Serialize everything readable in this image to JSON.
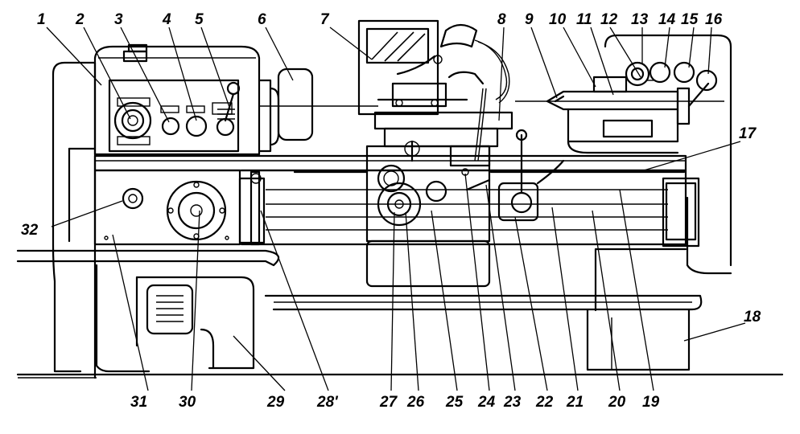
{
  "callouts": [
    {
      "id": "1",
      "label": "1"
    },
    {
      "id": "2",
      "label": "2"
    },
    {
      "id": "3",
      "label": "3"
    },
    {
      "id": "4",
      "label": "4"
    },
    {
      "id": "5",
      "label": "5"
    },
    {
      "id": "6",
      "label": "6"
    },
    {
      "id": "7",
      "label": "7"
    },
    {
      "id": "8",
      "label": "8"
    },
    {
      "id": "9",
      "label": "9"
    },
    {
      "id": "10",
      "label": "10"
    },
    {
      "id": "11",
      "label": "11"
    },
    {
      "id": "12",
      "label": "12"
    },
    {
      "id": "13",
      "label": "13"
    },
    {
      "id": "14",
      "label": "14"
    },
    {
      "id": "15",
      "label": "15"
    },
    {
      "id": "16",
      "label": "16"
    },
    {
      "id": "17",
      "label": "17"
    },
    {
      "id": "18",
      "label": "18"
    },
    {
      "id": "19",
      "label": "19"
    },
    {
      "id": "20",
      "label": "20"
    },
    {
      "id": "21",
      "label": "21"
    },
    {
      "id": "22",
      "label": "22"
    },
    {
      "id": "23",
      "label": "23"
    },
    {
      "id": "24",
      "label": "24"
    },
    {
      "id": "25",
      "label": "25"
    },
    {
      "id": "26",
      "label": "26"
    },
    {
      "id": "27",
      "label": "27"
    },
    {
      "id": "28",
      "label": "28'"
    },
    {
      "id": "29",
      "label": "29"
    },
    {
      "id": "30",
      "label": "30"
    },
    {
      "id": "31",
      "label": "31"
    },
    {
      "id": "32",
      "label": "32"
    }
  ],
  "colors": {
    "ink": "#000000",
    "paper": "#ffffff"
  }
}
